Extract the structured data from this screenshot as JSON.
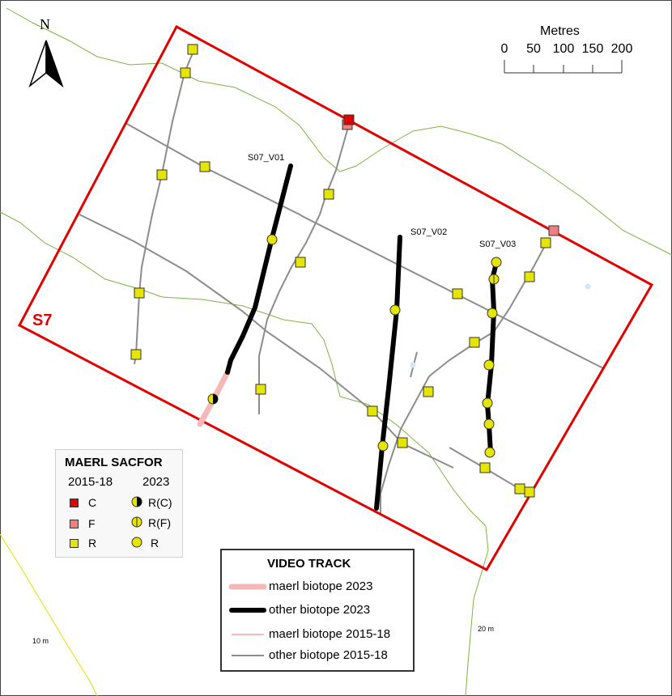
{
  "north_label": "N",
  "site_label": "S7",
  "scale_bar": {
    "title": "Metres",
    "ticks": [
      "0",
      "50",
      "100",
      "150",
      "200"
    ]
  },
  "track_labels": {
    "v01": "S07_V01",
    "v02": "S07_V02",
    "v03": "S07_V03"
  },
  "depth_labels": {
    "d10": "10 m",
    "d20": "20 m"
  },
  "legend_sacfor": {
    "title": "MAERL SACFOR",
    "col_old": "2015-18",
    "col_new": "2023",
    "old_items": [
      "C",
      "F",
      "R"
    ],
    "new_items": [
      "R(C)",
      "R(F)",
      "R"
    ]
  },
  "legend_video": {
    "title": "VIDEO TRACK",
    "items": [
      "maerl biotope 2023",
      "other biotope 2023",
      "maerl biotope 2015-18",
      "other biotope 2015-18"
    ]
  },
  "colors": {
    "site_boundary": "#e00000",
    "sacfor_C": "#e00000",
    "sacfor_F": "#f08080",
    "sacfor_R": "#e5e500",
    "maerl_2023": "#f4b8b8",
    "other_2023": "#000000",
    "maerl_2015": "#f4b8b8",
    "other_2015": "#8c8c8c",
    "contour_green": "#7cb342",
    "contour_yellow": "#e0e000"
  }
}
